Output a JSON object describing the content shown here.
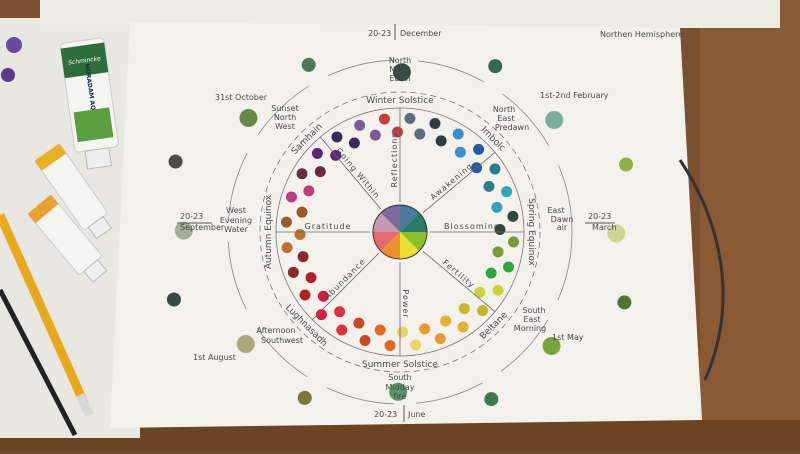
{
  "notebook": {
    "hemisphere": "Northen Hemisphere",
    "tube_brand": "HORADAM AQUARELL",
    "tube_maker": "Schmincke"
  },
  "dates": {
    "north": {
      "range": "20-23",
      "month": "December"
    },
    "east": {
      "range": "20-23",
      "month": "March"
    },
    "south": {
      "range": "20-23",
      "month": "June"
    },
    "west": {
      "range": "20-23",
      "month": "September"
    },
    "northeast": "1st-2nd February",
    "southeast": "1st May",
    "southwest": "1st August",
    "northwest": "31st October"
  },
  "directions": {
    "north": [
      "North",
      "Night",
      "Earth"
    ],
    "northeast": [
      "North",
      "East",
      "Predawn"
    ],
    "east": [
      "East",
      "Dawn",
      "air"
    ],
    "southeast": [
      "South",
      "East",
      "Morning"
    ],
    "south": [
      "South",
      "Midday",
      "fire"
    ],
    "southwest": [
      "Afternoon",
      "Southwest"
    ],
    "west": [
      "West",
      "Evening",
      "Water"
    ],
    "northwest": [
      "Sunset",
      "North",
      "West"
    ]
  },
  "sabbats": [
    "Winter Solstice",
    "Imbolc",
    "Spring Equinox",
    "Beltane",
    "Summer Solstice",
    "Lughnasadh",
    "Autumn Equinox",
    "Samhain"
  ],
  "spokes": [
    "Reflections",
    "Awakening",
    "Blossoming",
    "Fertility",
    "Power",
    "Abundance",
    "Gratitude",
    "Going Within"
  ],
  "colors": {
    "paper": "#f3f1ec",
    "ink": "#4a4a4a",
    "wood": "#8a5a34",
    "ring_dots": [
      "#5b6b80",
      "#2f3a44",
      "#3d8fc9",
      "#2a55a8",
      "#2a7e8a",
      "#2fa8b5",
      "#2e4a3a",
      "#7a9a3a",
      "#2fa83a",
      "#c9d43a",
      "#c8b52a",
      "#e3b030",
      "#e89a30",
      "#e9d36a",
      "#e06a20",
      "#c84a20",
      "#e03040",
      "#d0203a",
      "#b0202a",
      "#8a2a30",
      "#c07030",
      "#9a5a2a",
      "#c03a80",
      "#6a2a40",
      "#5a2a70",
      "#3a2a5a",
      "#7a5a9a",
      "#c04040"
    ],
    "outer_dots": [
      "#3c6a48",
      "#1f3a30",
      "#1f5a40",
      "#6aaa90",
      "#8aa83a",
      "#c8d08a",
      "#3a6a20",
      "#6a9a2a",
      "#2a6a3a",
      "#4a8a5a",
      "#6a6a2a",
      "#a0a070",
      "#1f3a34",
      "#9aa890",
      "#3a3a30",
      "#5a7a3a"
    ]
  }
}
